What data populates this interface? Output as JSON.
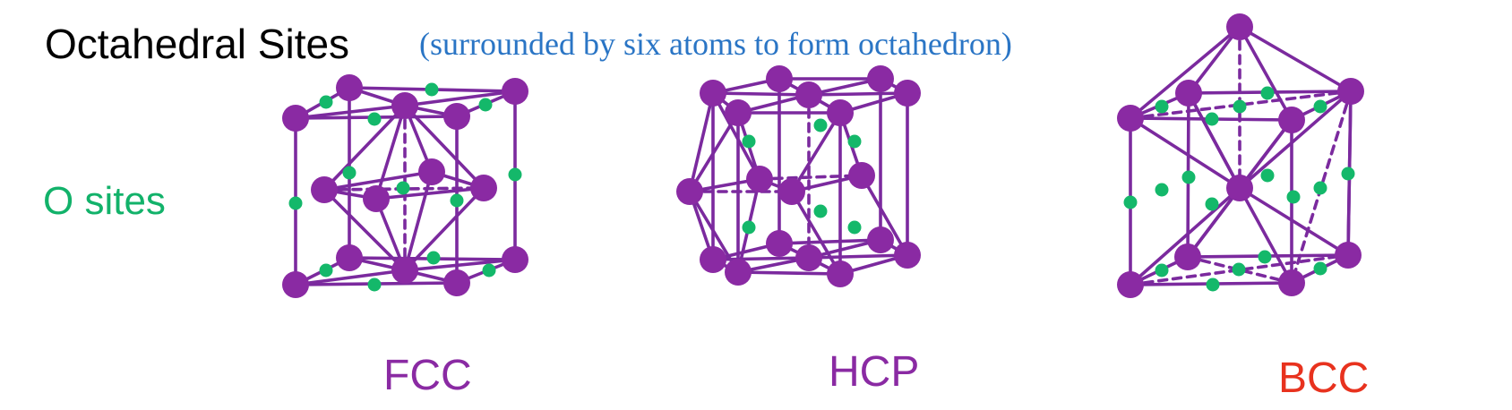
{
  "title": "Octahedral Sites",
  "subtitle": "(surrounded by six atoms to form octahedron)",
  "sites_label": "O sites",
  "colors": {
    "atom": "#8a2aa3",
    "bond": "#7b2a9e",
    "site": "#14b86a",
    "title": "#000000",
    "subtitle": "#2a75c5",
    "sites_label": "#12b26a",
    "fcc_label": "#8a2aa3",
    "hcp_label": "#8a2aa3",
    "bcc_label": "#e8321e"
  },
  "structures": [
    {
      "id": "fcc",
      "label": "FCC"
    },
    {
      "id": "hcp",
      "label": "HCP"
    },
    {
      "id": "bcc",
      "label": "BCC"
    }
  ]
}
